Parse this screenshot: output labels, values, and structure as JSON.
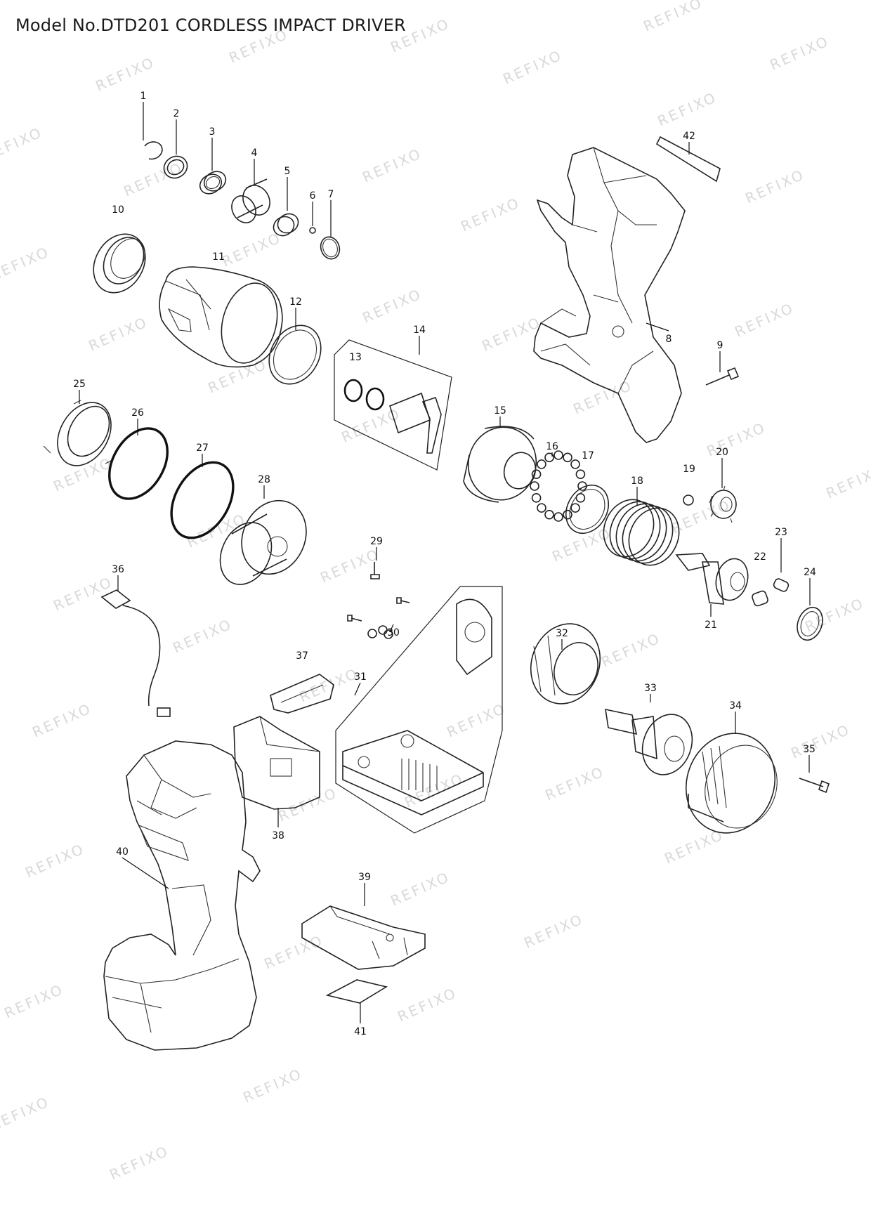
{
  "title": "Model No.DTD201 CORDLESS IMPACT DRIVER",
  "watermark": "REFIXO",
  "parts": [
    "1",
    "2",
    "3",
    "4",
    "5",
    "6",
    "7",
    "8",
    "9",
    "10",
    "11",
    "12",
    "13",
    "14",
    "15",
    "16",
    "17",
    "18",
    "19",
    "20",
    "21",
    "22",
    "23",
    "24",
    "25",
    "26",
    "27",
    "28",
    "29",
    "30",
    "31",
    "32",
    "33",
    "34",
    "35",
    "36",
    "37",
    "38",
    "39",
    "40",
    "41",
    "42"
  ],
  "colors": {
    "line": "#222222",
    "watermark": "#d9d9d9"
  }
}
